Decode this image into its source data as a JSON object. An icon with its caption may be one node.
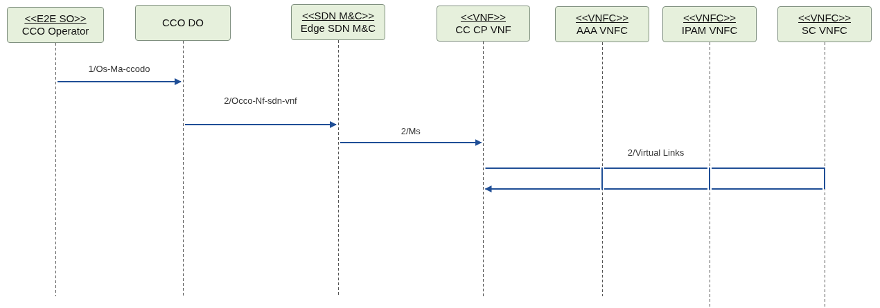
{
  "diagram": {
    "nodes": [
      {
        "text": [
          "<<E2E SO>>",
          "CCO Operator"
        ]
      },
      {
        "text": [
          "CCO DO"
        ]
      },
      {
        "text": [
          "<<SDN M&C>>",
          "Edge SDN M&C"
        ]
      },
      {
        "text": [
          "<<VNF>>",
          "CC CP VNF"
        ]
      },
      {
        "text": [
          "<<VNFC>>",
          "AAA VNFC"
        ]
      },
      {
        "text": [
          "<<VNFC>>",
          "IPAM VNFC"
        ]
      },
      {
        "text": [
          "<<VNFC>>",
          "SC VNFC"
        ]
      }
    ],
    "edges": [
      {
        "from": 0,
        "to": 1,
        "arrow": "to",
        "label": "1/Os-Ma-ccodo"
      },
      {
        "from": 1,
        "to": 2,
        "arrow": "to",
        "label": "2/Occo-Nf-sdn-vnf"
      },
      {
        "from": 2,
        "to": 3,
        "arrow": "to",
        "label": "2/Ms"
      },
      {
        "from": 3,
        "to": 4,
        "arrow": "none"
      },
      {
        "from": 4,
        "to": 5,
        "arrow": "none",
        "label": "2/Virtual Links"
      },
      {
        "from": 5,
        "to": 6,
        "arrow": "none"
      },
      {
        "from": 6,
        "to": 5,
        "arrow": "none"
      },
      {
        "from": 5,
        "to": 4,
        "arrow": "none"
      },
      {
        "from": 4,
        "to": 3,
        "arrow": "to"
      }
    ]
  }
}
